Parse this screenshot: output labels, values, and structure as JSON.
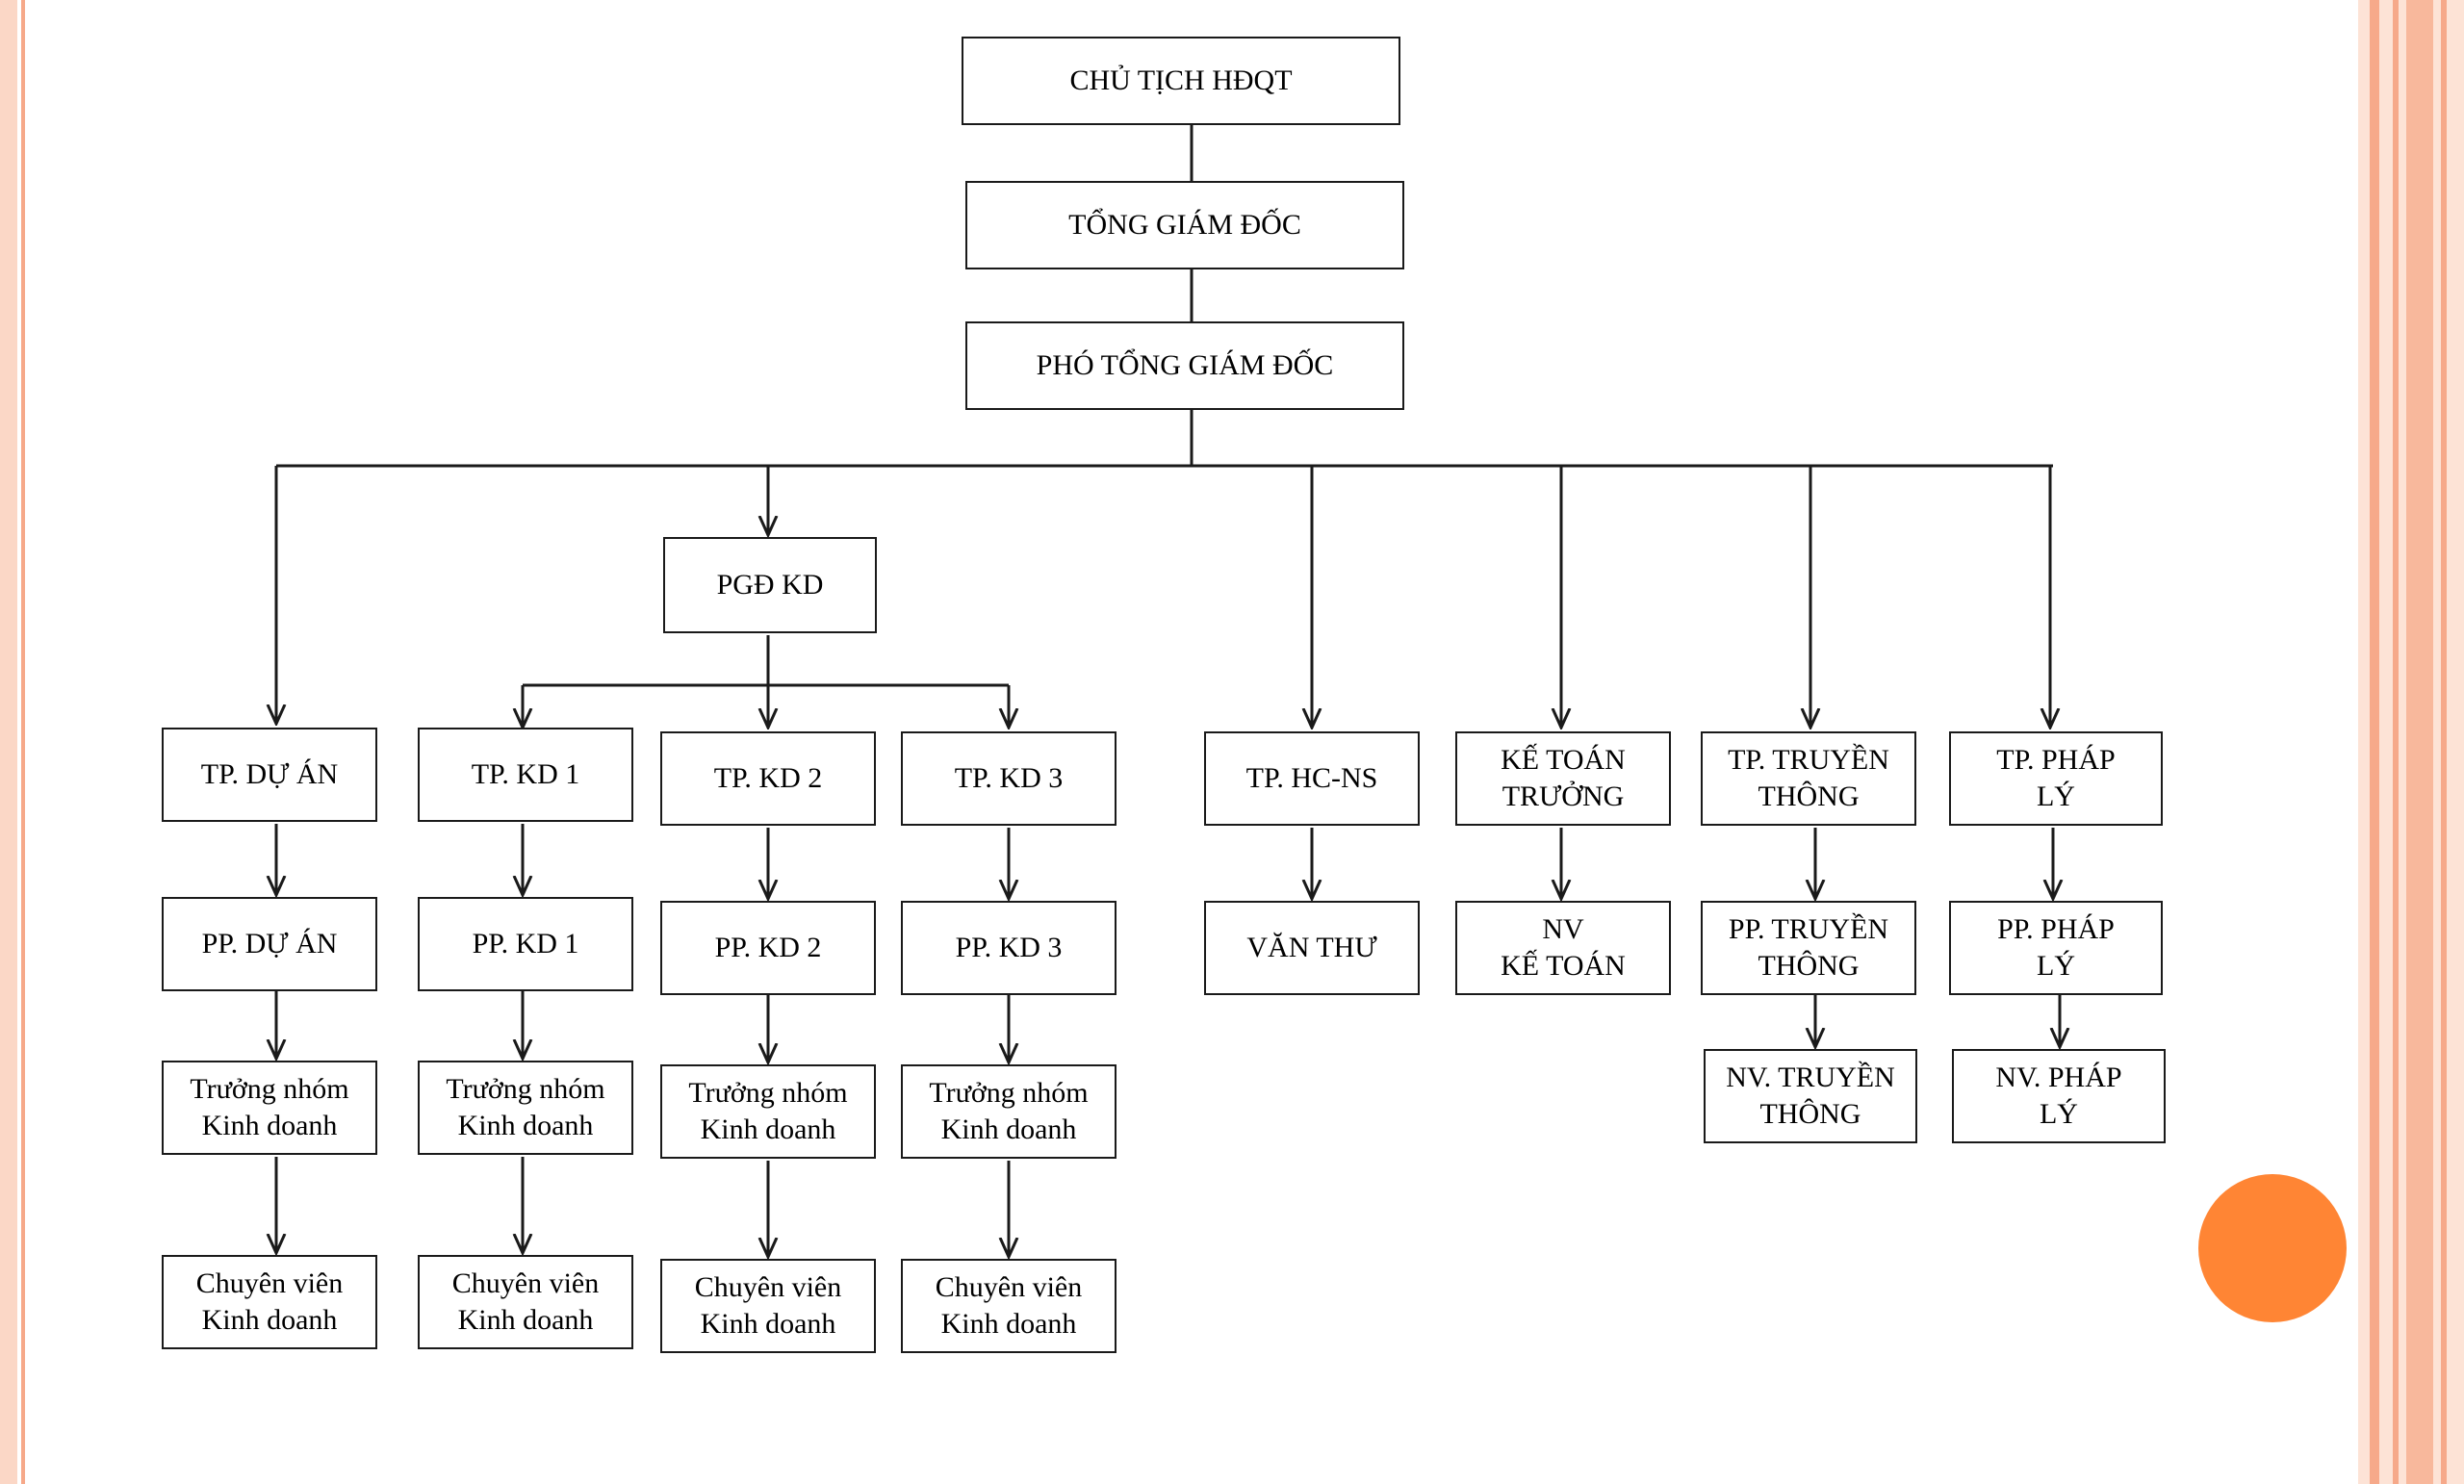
{
  "colors": {
    "border_light": "#fbd7c6",
    "border_mid": "#f6a98a",
    "line": "#1a1a1a",
    "circle": "#ff8534"
  },
  "nodes": {
    "chairman": "CHỦ TỊCH HĐQT",
    "ceo": "TỔNG GIÁM ĐỐC",
    "deputy_ceo": "PHÓ TỔNG GIÁM ĐỐC",
    "pgd_kd": "PGĐ KD",
    "tp_du_an": "TP. DỰ ÁN",
    "pp_du_an": "PP. DỰ ÁN",
    "tn_du_an": "Trưởng nhóm\nKinh doanh",
    "cv_du_an": "Chuyên viên\nKinh doanh",
    "tp_kd1": "TP. KD 1",
    "pp_kd1": "PP. KD 1",
    "tn_kd1": "Trưởng nhóm\nKinh doanh",
    "cv_kd1": "Chuyên viên\nKinh doanh",
    "tp_kd2": "TP. KD 2",
    "pp_kd2": "PP. KD 2",
    "tn_kd2": "Trưởng nhóm\nKinh doanh",
    "cv_kd2": "Chuyên viên\nKinh doanh",
    "tp_kd3": "TP. KD 3",
    "pp_kd3": "PP. KD 3",
    "tn_kd3": "Trưởng nhóm\nKinh doanh",
    "cv_kd3": "Chuyên viên\nKinh doanh",
    "tp_hcns": "TP. HC-NS",
    "van_thu": "VĂN THƯ",
    "ke_toan_truong": "KẾ TOÁN\nTRƯỞNG",
    "nv_ke_toan": "NV\nKẾ TOÁN",
    "tp_truyen_thong": "TP. TRUYỀN\nTHÔNG",
    "pp_truyen_thong": "PP. TRUYỀN\nTHÔNG",
    "nv_truyen_thong": "NV. TRUYỀN\nTHÔNG",
    "tp_phap_ly": "TP. PHÁP\nLÝ",
    "pp_phap_ly": "PP. PHÁP\nLÝ",
    "nv_phap_ly": "NV. PHÁP\nLÝ"
  }
}
